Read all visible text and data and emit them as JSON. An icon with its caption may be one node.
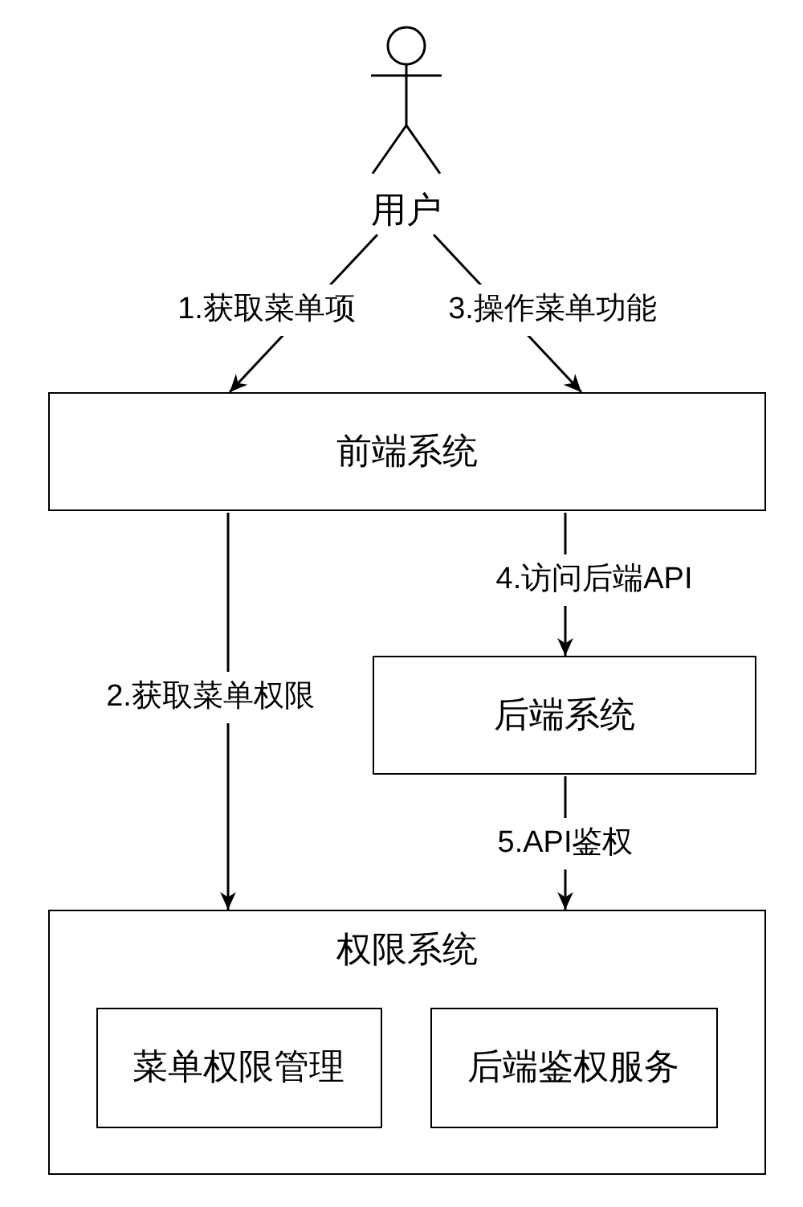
{
  "diagram": {
    "nodes": [
      {
        "text": [
          "用户"
        ]
      },
      {
        "text": [
          "前端系统"
        ]
      },
      {
        "text": [
          "后端系统"
        ]
      },
      {
        "text": [
          "权限系统"
        ]
      },
      {
        "text": [
          "菜单权限管理"
        ],
        "in": 3
      },
      {
        "text": [
          "后端鉴权服务"
        ],
        "in": 3
      }
    ],
    "edges": [
      {
        "from": 0,
        "to": 1,
        "arrow": "to",
        "label": "1.获取菜单项"
      },
      {
        "from": 0,
        "to": 1,
        "arrow": "to",
        "label": "3.操作菜单功能"
      },
      {
        "from": 1,
        "to": 3,
        "arrow": "to",
        "label": "2.获取菜单权限"
      },
      {
        "from": 1,
        "to": 2,
        "arrow": "to",
        "label": "4.访问后端API"
      },
      {
        "from": 2,
        "to": 3,
        "arrow": "to",
        "label": "5.API鉴权"
      }
    ]
  }
}
